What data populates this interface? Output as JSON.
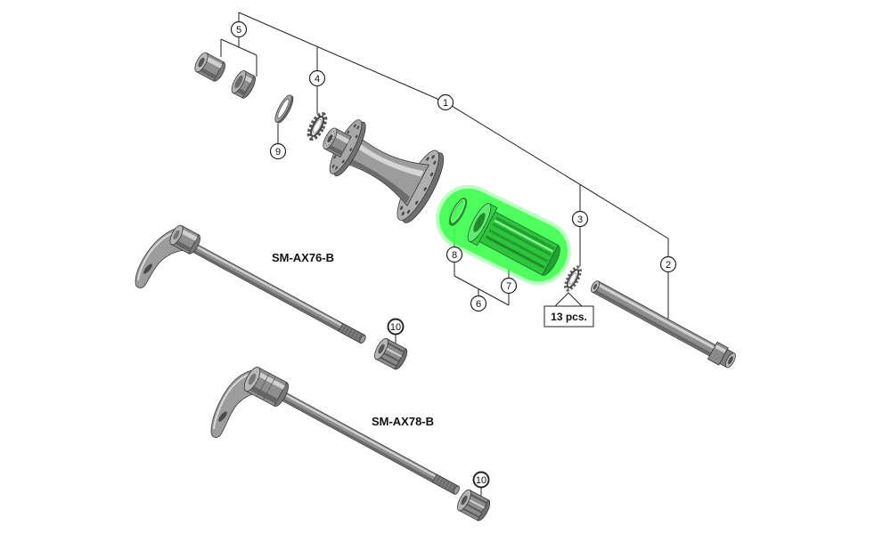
{
  "diagram": {
    "highlight_color": "#3cff4c",
    "callouts": [
      "1",
      "2",
      "3",
      "4",
      "5",
      "6",
      "7",
      "8",
      "9",
      "10"
    ],
    "quantity_note": "13 pcs.",
    "models": {
      "upper_thru_axle": "SM-AX76-B",
      "lower_thru_axle": "SM-AX78-B"
    }
  }
}
